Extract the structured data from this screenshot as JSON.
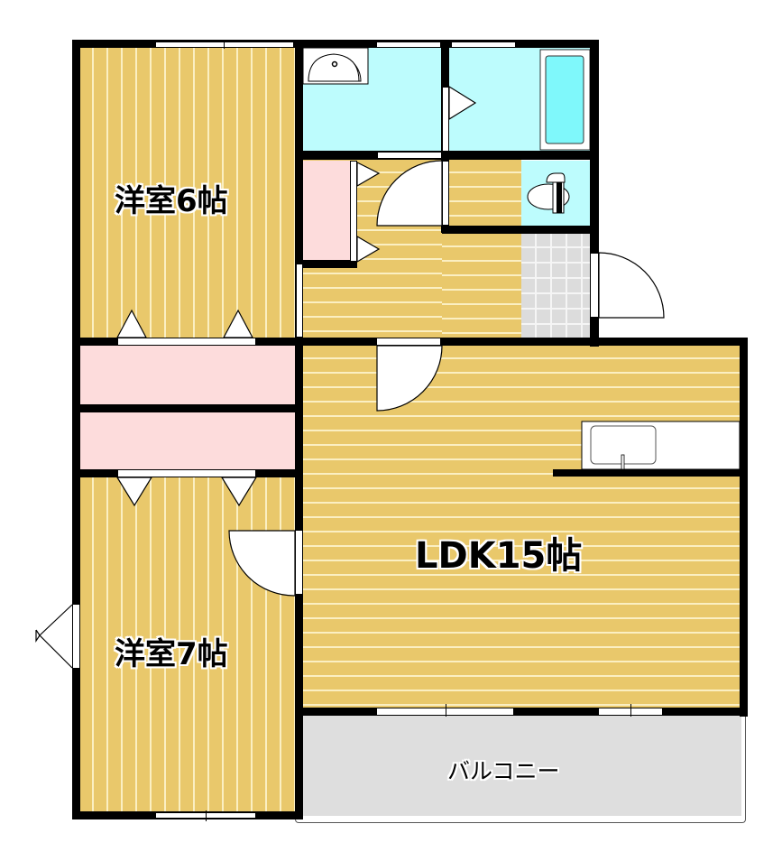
{
  "floorplan": {
    "rooms": [
      {
        "id": "western-room-1",
        "label": "洋室6帖",
        "type": "bedroom"
      },
      {
        "id": "western-room-2",
        "label": "洋室7帖",
        "type": "bedroom"
      },
      {
        "id": "ldk",
        "label": "LDK15帖",
        "type": "living-dining-kitchen"
      },
      {
        "id": "balcony",
        "label": "バルコニー",
        "type": "balcony"
      }
    ],
    "colors": {
      "wood_floor": "#e9c86b",
      "wet_area": "#bdfcfd",
      "closet": "#fddcdc",
      "tile": "#dcdcdc",
      "balcony": "#dedede",
      "bathtub": "#7ff8fb",
      "wall": "#000000"
    }
  }
}
